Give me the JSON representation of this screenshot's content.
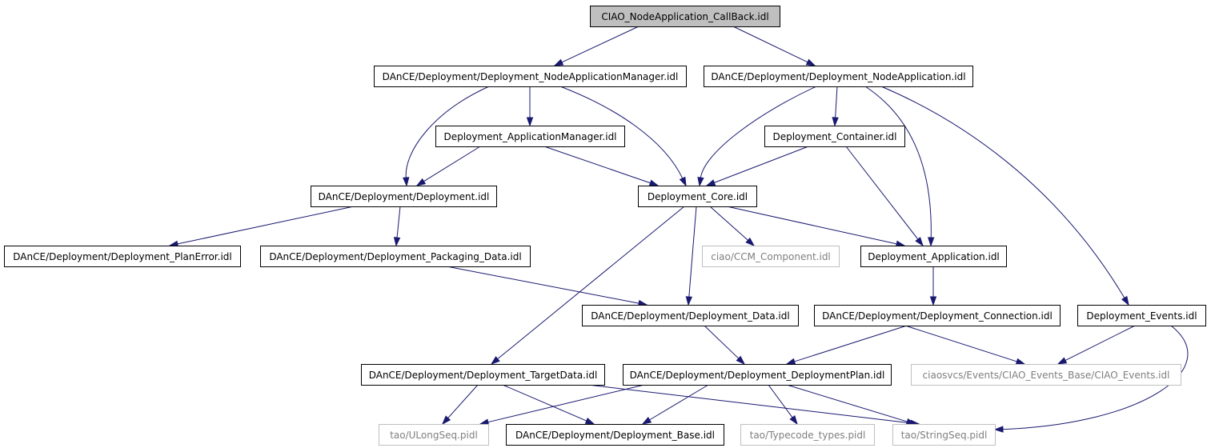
{
  "nodes": [
    {
      "id": "n0",
      "label": "CIAO_NodeApplication_CallBack.idl",
      "style": "root"
    },
    {
      "id": "n1",
      "label": "DAnCE/Deployment/Deployment_NodeApplicationManager.idl",
      "style": "normal"
    },
    {
      "id": "n2",
      "label": "DAnCE/Deployment/Deployment_NodeApplication.idl",
      "style": "normal"
    },
    {
      "id": "n3",
      "label": "Deployment_ApplicationManager.idl",
      "style": "normal"
    },
    {
      "id": "n4",
      "label": "Deployment_Container.idl",
      "style": "normal"
    },
    {
      "id": "n5",
      "label": "DAnCE/Deployment/Deployment.idl",
      "style": "normal"
    },
    {
      "id": "n6",
      "label": "Deployment_Core.idl",
      "style": "normal"
    },
    {
      "id": "n7",
      "label": "DAnCE/Deployment/Deployment_PlanError.idl",
      "style": "normal"
    },
    {
      "id": "n8",
      "label": "DAnCE/Deployment/Deployment_Packaging_Data.idl",
      "style": "normal"
    },
    {
      "id": "n9",
      "label": "ciao/CCM_Component.idl",
      "style": "external"
    },
    {
      "id": "n10",
      "label": "Deployment_Application.idl",
      "style": "normal"
    },
    {
      "id": "n11",
      "label": "DAnCE/Deployment/Deployment_Data.idl",
      "style": "normal"
    },
    {
      "id": "n12",
      "label": "DAnCE/Deployment/Deployment_Connection.idl",
      "style": "normal"
    },
    {
      "id": "n13",
      "label": "Deployment_Events.idl",
      "style": "normal"
    },
    {
      "id": "n14",
      "label": "DAnCE/Deployment/Deployment_TargetData.idl",
      "style": "normal"
    },
    {
      "id": "n15",
      "label": "DAnCE/Deployment/Deployment_DeploymentPlan.idl",
      "style": "normal"
    },
    {
      "id": "n16",
      "label": "ciaosvcs/Events/CIAO_Events_Base/CIAO_Events.idl",
      "style": "external"
    },
    {
      "id": "n17",
      "label": "tao/ULongSeq.pidl",
      "style": "external"
    },
    {
      "id": "n18",
      "label": "DAnCE/Deployment/Deployment_Base.idl",
      "style": "normal"
    },
    {
      "id": "n19",
      "label": "tao/Typecode_types.pidl",
      "style": "external"
    },
    {
      "id": "n20",
      "label": "tao/StringSeq.pidl",
      "style": "external"
    }
  ],
  "edges": [
    [
      "n0",
      "n1"
    ],
    [
      "n0",
      "n2"
    ],
    [
      "n1",
      "n3"
    ],
    [
      "n1",
      "n5"
    ],
    [
      "n1",
      "n6"
    ],
    [
      "n2",
      "n4"
    ],
    [
      "n2",
      "n6"
    ],
    [
      "n2",
      "n10"
    ],
    [
      "n2",
      "n13"
    ],
    [
      "n3",
      "n5"
    ],
    [
      "n3",
      "n6"
    ],
    [
      "n4",
      "n6"
    ],
    [
      "n4",
      "n10"
    ],
    [
      "n5",
      "n7"
    ],
    [
      "n5",
      "n8"
    ],
    [
      "n6",
      "n9"
    ],
    [
      "n6",
      "n10"
    ],
    [
      "n6",
      "n11"
    ],
    [
      "n6",
      "n14"
    ],
    [
      "n8",
      "n11"
    ],
    [
      "n10",
      "n12"
    ],
    [
      "n11",
      "n15"
    ],
    [
      "n12",
      "n15"
    ],
    [
      "n12",
      "n16"
    ],
    [
      "n13",
      "n16"
    ],
    [
      "n13",
      "n20"
    ],
    [
      "n14",
      "n17"
    ],
    [
      "n14",
      "n18"
    ],
    [
      "n14",
      "n20"
    ],
    [
      "n15",
      "n17"
    ],
    [
      "n15",
      "n18"
    ],
    [
      "n15",
      "n19"
    ],
    [
      "n15",
      "n20"
    ]
  ],
  "colors": {
    "edge": "#191970",
    "root_fill": "#bfbfbf",
    "external_border": "#bfbfbf",
    "external_text": "#7f7f7f"
  }
}
